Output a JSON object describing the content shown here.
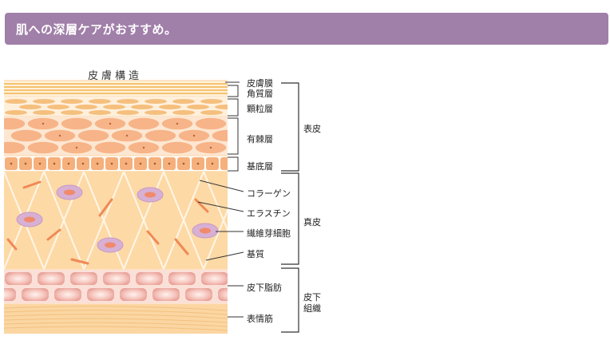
{
  "header": {
    "title": "肌への深層ケアがおすすめ。"
  },
  "diagram": {
    "title": "皮膚構造",
    "layers": {
      "stratum_corneum": "皮膚膜",
      "stratum_lucidum": "角質層",
      "stratum_granulosum": "顆粒層",
      "stratum_spinosum": "有棘層",
      "stratum_basale": "基底層",
      "collagen": "コラーゲン",
      "elastin": "エラスチン",
      "fibroblast": "繊維芽細胞",
      "matrix": "基質",
      "subcutaneous_fat": "皮下脂肪",
      "facial_muscle": "表情筋"
    },
    "groups": {
      "epidermis": "表皮",
      "dermis": "真皮",
      "subcutis_line1": "皮下",
      "subcutis_line2": "組織"
    }
  }
}
